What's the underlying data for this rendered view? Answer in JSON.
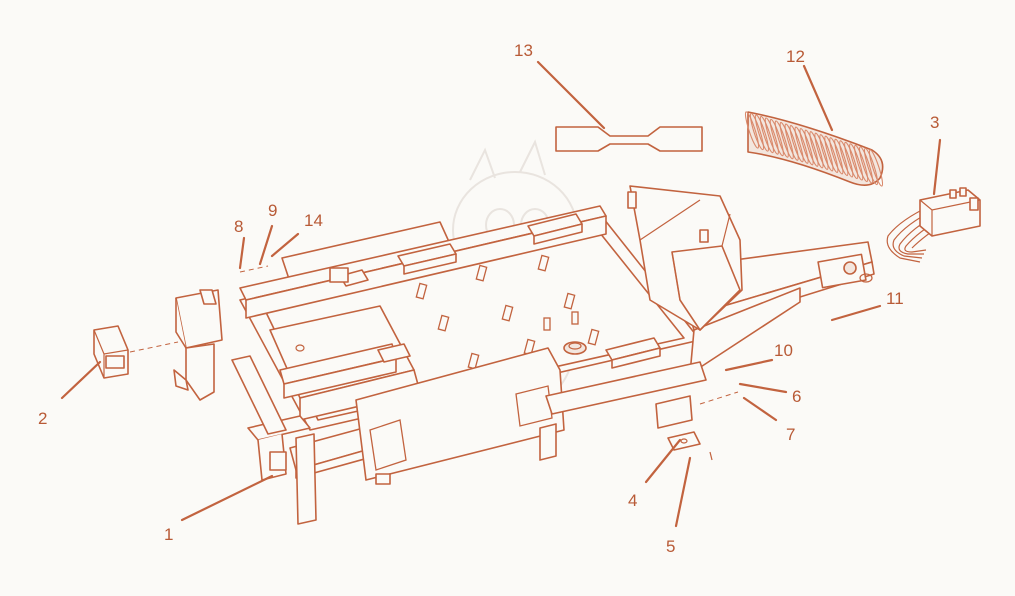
{
  "diagram": {
    "palette": {
      "line": "#c2633f",
      "label": "#b85a36",
      "background": "#fbfaf7"
    },
    "callouts": [
      {
        "id": "c1",
        "text": "1"
      },
      {
        "id": "c2",
        "text": "2"
      },
      {
        "id": "c3",
        "text": "3"
      },
      {
        "id": "c4",
        "text": "4"
      },
      {
        "id": "c5",
        "text": "5"
      },
      {
        "id": "c6",
        "text": "6"
      },
      {
        "id": "c7",
        "text": "7"
      },
      {
        "id": "c8",
        "text": "8"
      },
      {
        "id": "c9",
        "text": "9"
      },
      {
        "id": "c10",
        "text": "10"
      },
      {
        "id": "c11",
        "text": "11"
      },
      {
        "id": "c12",
        "text": "12"
      },
      {
        "id": "c13",
        "text": "13"
      },
      {
        "id": "c14",
        "text": "14"
      }
    ]
  }
}
